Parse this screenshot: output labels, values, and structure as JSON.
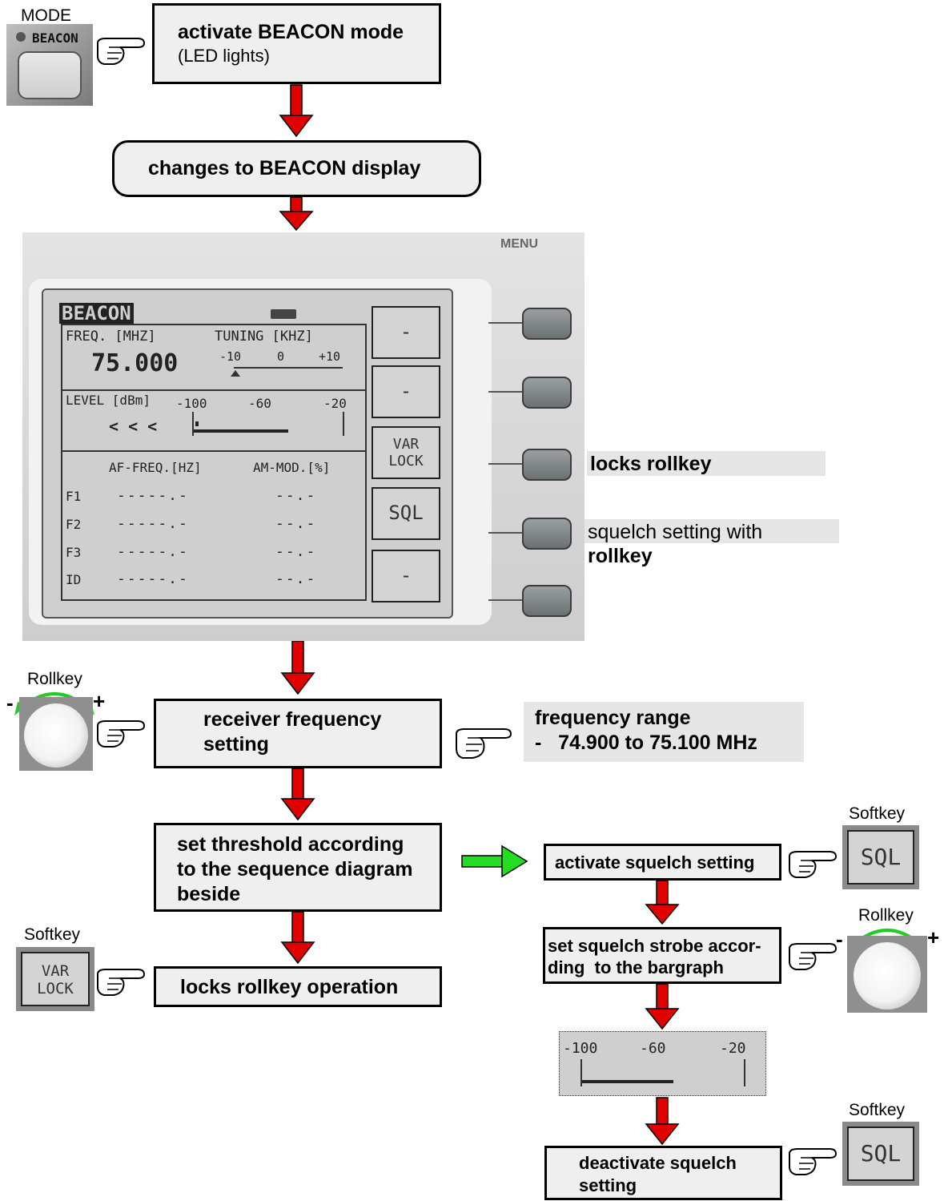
{
  "mode_button": {
    "label": "MODE",
    "key_text": "BEACON"
  },
  "steps": {
    "activate": {
      "title": "activate BEACON mode",
      "sub": "(LED lights)"
    },
    "changes": "changes to  BEACON display",
    "receiver": [
      "receiver frequency",
      "setting"
    ],
    "threshold": [
      "set threshold according",
      "to the sequence diagram",
      "beside"
    ],
    "locks_op": "locks rollkey operation",
    "act_sql": "activate squelch setting",
    "strobe": [
      "set squelch strobe accor-",
      "ding  to the bargraph"
    ],
    "deact": [
      "deactivate squelch",
      "setting"
    ]
  },
  "notes": {
    "locks": "locks rollkey",
    "squelch": [
      "squelch setting with",
      "rollkey"
    ],
    "range": [
      "frequency range",
      "-   74.900 to 75.100 MHz"
    ]
  },
  "labels": {
    "rollkey": "Rollkey",
    "softkey": "Softkey",
    "minus": "-",
    "plus": "+"
  },
  "display": {
    "menu": "MENU",
    "title": "BEACON",
    "freq_label": "FREQ. [MHZ]",
    "freq_value": "75.000",
    "tuning_label": "TUNING [KHZ]",
    "tuning_ticks": [
      "-10",
      "0",
      "+10"
    ],
    "level_label": "LEVEL [dBm]",
    "level_arrows": "< < <",
    "level_ticks": [
      "-100",
      "-60",
      "-20"
    ],
    "col1": "AF-FREQ.[HZ]",
    "col2": "AM-MOD.[%]",
    "rows": [
      {
        "name": "F1",
        "af": "-----.-",
        "am": "--.-"
      },
      {
        "name": "F2",
        "af": "-----.-",
        "am": "--.-"
      },
      {
        "name": "F3",
        "af": "-----.-",
        "am": "--.-"
      },
      {
        "name": "ID",
        "af": "-----.-",
        "am": "--.-"
      }
    ],
    "softkeys": [
      "-",
      "-",
      "VAR LOCK",
      "SQL",
      "-"
    ]
  },
  "softkey_icons": {
    "var": [
      "VAR",
      "LOCK"
    ],
    "sql": "SQL"
  },
  "colors": {
    "down_arrow": "#e00000",
    "side_arrow": "#22dd22",
    "rollkey_arrow": "#22cc22"
  }
}
